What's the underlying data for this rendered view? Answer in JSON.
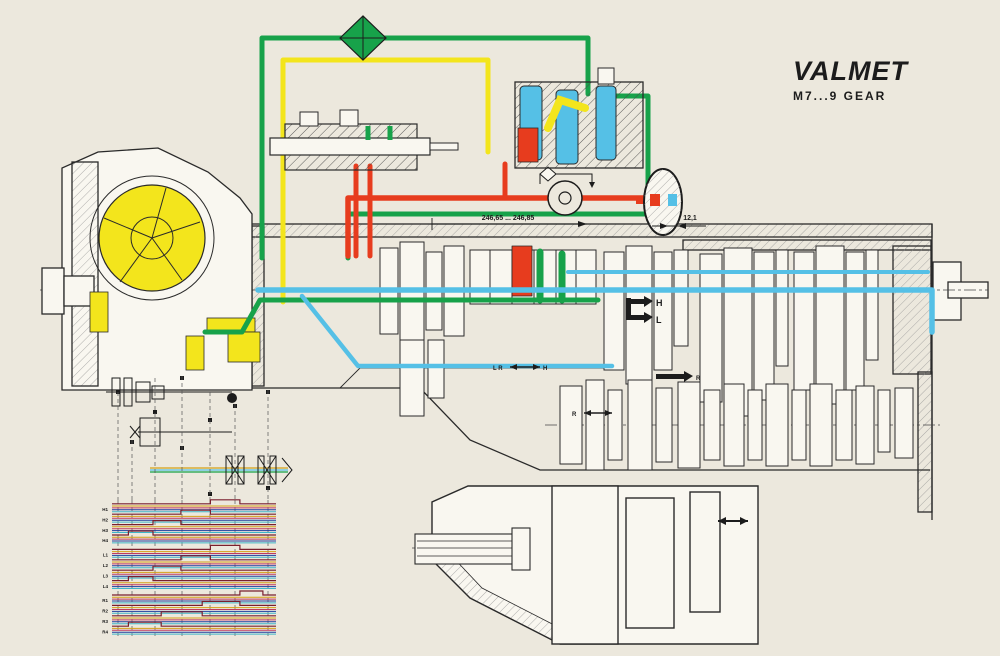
{
  "title": {
    "brand": "VALMET",
    "model": "M7...9 GEAR"
  },
  "dimensions": {
    "shaft_length": "246,65 ... 246,85",
    "end_play": "12,1"
  },
  "labels": {
    "range_h": "H",
    "range_l": "L",
    "shift_r": "R",
    "shift_lr": "L R",
    "shift_h": "H",
    "rev_r": "R"
  },
  "colors": {
    "paper": "#ece8dd",
    "part": "#f9f7f0",
    "ink": "#1c1c1c",
    "green": "#17a24a",
    "yellow": "#f3e51c",
    "red": "#e73c1e",
    "cyan": "#55c0e6",
    "blue": "#1f3e9e",
    "magenta": "#c03a60",
    "orange": "#d4a017",
    "darkred": "#7a1f2e"
  },
  "shift_chart": {
    "type": "table",
    "description": "Gear engagement pattern rows",
    "line_colors": [
      "#d4a017",
      "#c03a60",
      "#1f3e9e",
      "#3fb6c9"
    ],
    "rows": [
      {
        "label": "H1",
        "step": [
          0.6,
          0.78
        ]
      },
      {
        "label": "H2",
        "step": [
          0.42,
          0.6
        ]
      },
      {
        "label": "H3",
        "step": [
          0.25,
          0.42
        ]
      },
      {
        "label": "H4",
        "step": [
          0.1,
          0.25
        ]
      },
      {
        "label": "L1",
        "step": [
          0.6,
          0.78
        ]
      },
      {
        "label": "L2",
        "step": [
          0.42,
          0.6
        ]
      },
      {
        "label": "L3",
        "step": [
          0.25,
          0.42
        ]
      },
      {
        "label": "L4",
        "step": [
          0.1,
          0.25
        ]
      },
      {
        "label": "R1",
        "step": [
          0.78,
          0.92
        ]
      },
      {
        "label": "R2",
        "step": [
          0.55,
          0.78
        ]
      },
      {
        "label": "R3",
        "step": [
          0.3,
          0.55
        ]
      },
      {
        "label": "R4",
        "step": [
          0.1,
          0.3
        ]
      }
    ]
  }
}
